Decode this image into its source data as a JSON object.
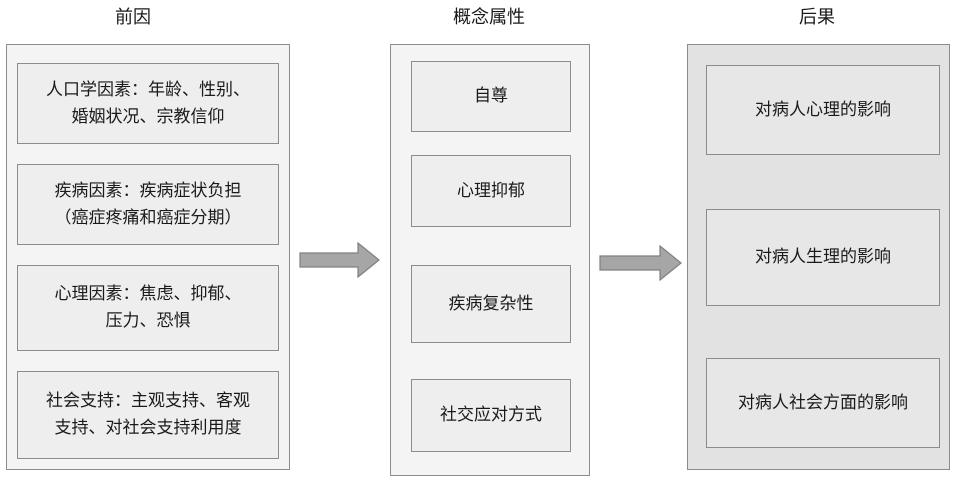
{
  "columns": {
    "antecedents": {
      "title": "前因",
      "items": [
        {
          "line1": "人口学因素：年龄、性别、",
          "line2": "婚姻状况、宗教信仰"
        },
        {
          "line1": "疾病因素：疾病症状负担",
          "line2": "（癌症疼痛和癌症分期）"
        },
        {
          "line1": "心理因素：焦虑、抑郁、",
          "line2": "压力、恐惧"
        },
        {
          "line1": "社会支持：主观支持、客观",
          "line2": "支持、对社会支持利用度"
        }
      ]
    },
    "attributes": {
      "title": "概念属性",
      "items": [
        "自尊",
        "心理抑郁",
        "疾病复杂性",
        "社交应对方式"
      ]
    },
    "consequences": {
      "title": "后果",
      "items": [
        "对病人心理的影响",
        "对病人生理的影响",
        "对病人社会方面的影响"
      ]
    }
  },
  "colors": {
    "border": "#8c8c8c",
    "panel_light": "#f4f4f4",
    "panel_dark": "#e2e2e2",
    "box": "#eeeeee",
    "arrow_fill": "#a6a6a6",
    "arrow_stroke": "#7f7f7f"
  }
}
